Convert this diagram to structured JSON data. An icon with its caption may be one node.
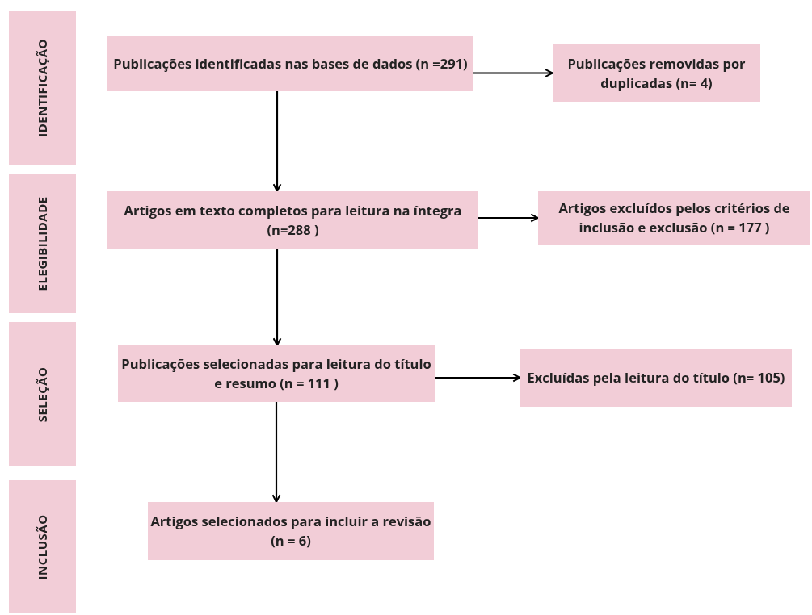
{
  "diagram": {
    "nodes": [
      {
        "text": [
          "IDENTIFICAÇÃO"
        ]
      },
      {
        "text": [
          "Publicações identificadas nas bases de dados (n =291)"
        ]
      },
      {
        "text": [
          "Publicações removidas por duplicadas (n= 4)"
        ]
      },
      {
        "text": [
          "ELEGIBILIDADE"
        ]
      },
      {
        "text": [
          "Artigos em texto completos para leitura na íntegra (n=288 )"
        ]
      },
      {
        "text": [
          "Artigos excluídos pelos critérios de inclusão e exclusão (n = 177 )"
        ]
      },
      {
        "text": [
          "SELEÇÃO"
        ]
      },
      {
        "text": [
          "Publicações selecionadas para leitura do título e resumo (n = 111 )"
        ]
      },
      {
        "text": [
          "Excluídas pela leitura do título (n= 105)"
        ]
      },
      {
        "text": [
          "INCLUSÃO"
        ]
      },
      {
        "text": [
          "Artigos selecionados para incluir a revisão (n = 6)"
        ]
      }
    ],
    "edges": [
      {
        "from": 1,
        "to": 2,
        "arrow": "to"
      },
      {
        "from": 1,
        "to": 4,
        "arrow": "to"
      },
      {
        "from": 4,
        "to": 5,
        "arrow": "to"
      },
      {
        "from": 4,
        "to": 7,
        "arrow": "to"
      },
      {
        "from": 7,
        "to": 8,
        "arrow": "to"
      },
      {
        "from": 7,
        "to": 10,
        "arrow": "to"
      }
    ]
  }
}
